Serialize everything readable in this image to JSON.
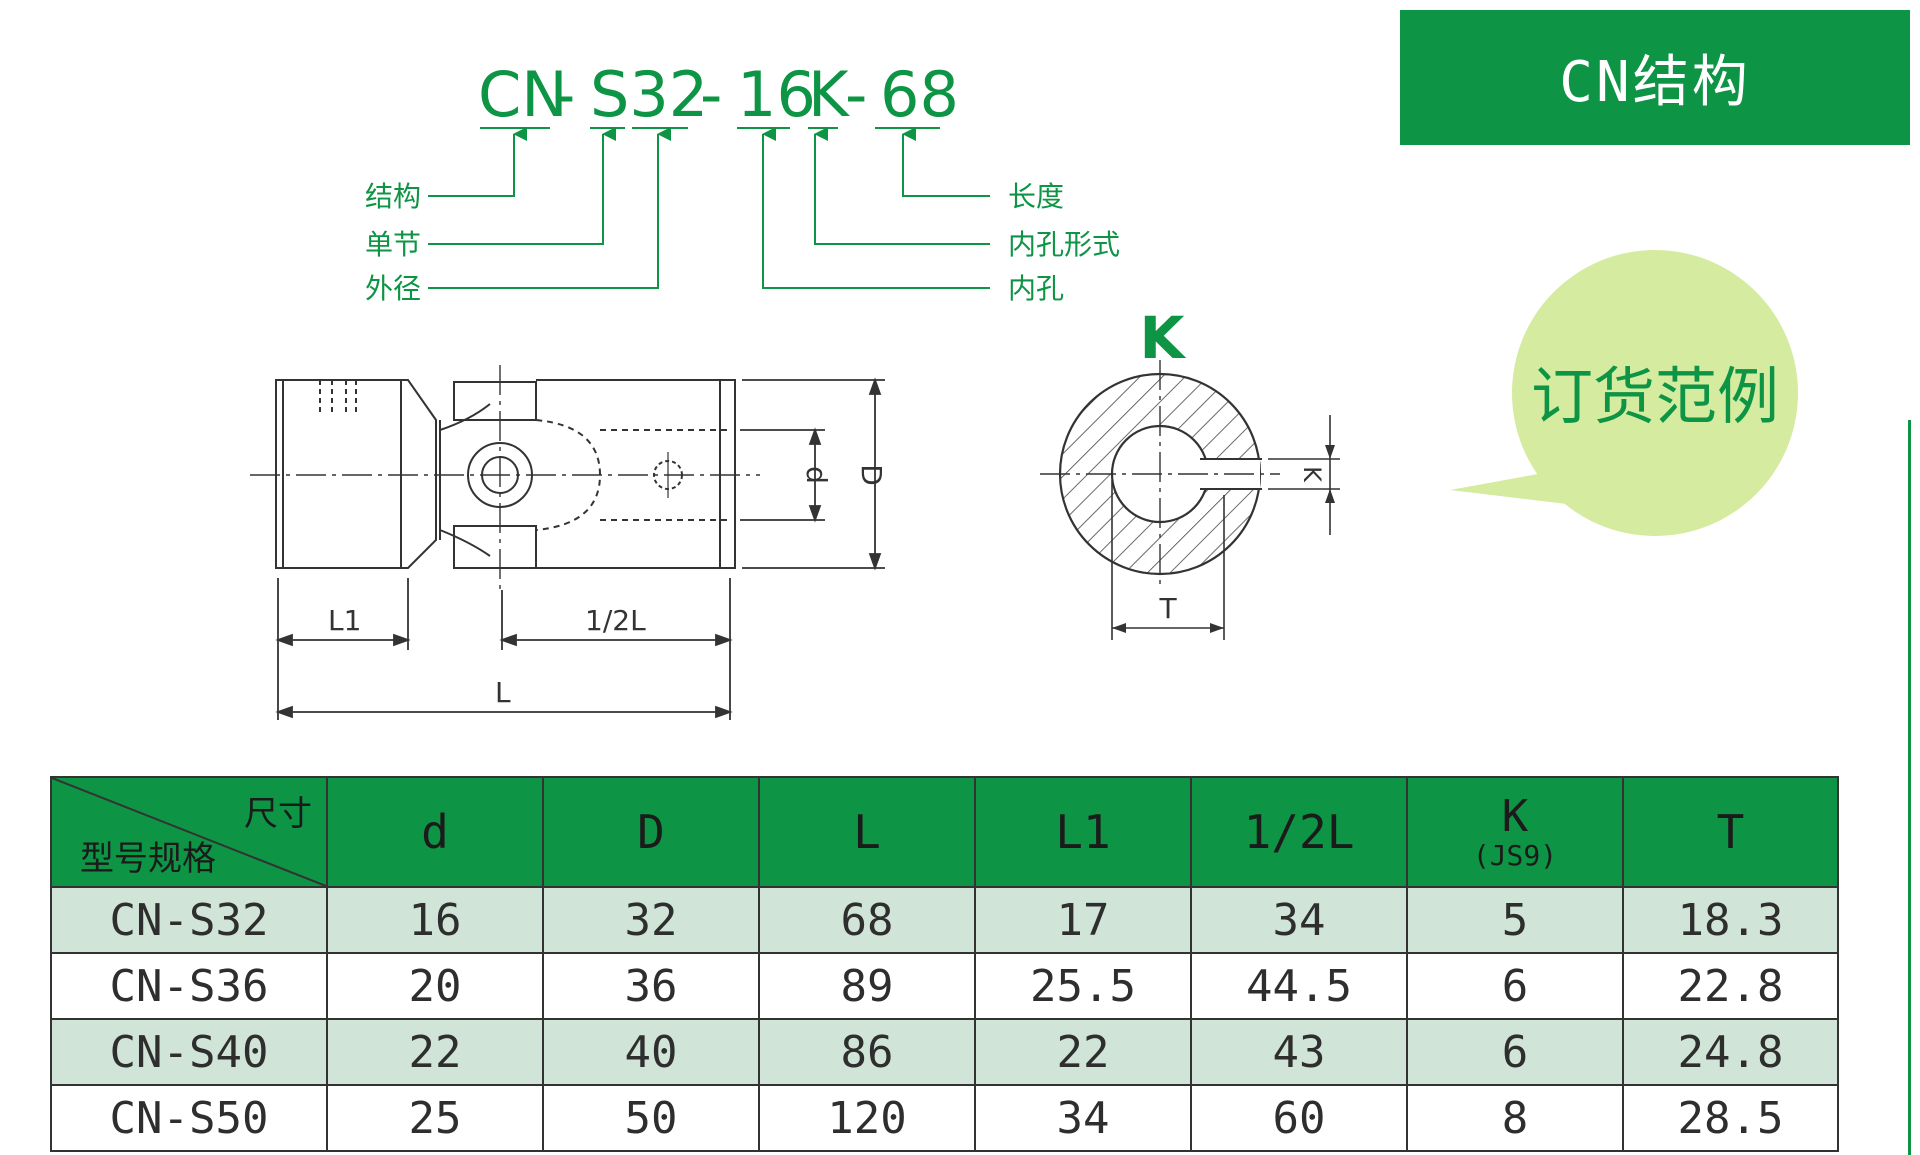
{
  "header": {
    "title": "CN结构"
  },
  "order_example": {
    "title": "订货范例",
    "code_parts": [
      "CN",
      "-",
      "S32",
      "-",
      "16",
      "K",
      "-",
      "68"
    ],
    "left_labels": [
      "结构",
      "单节",
      "外径"
    ],
    "right_labels": [
      "长度",
      "内孔形式",
      "内孔"
    ]
  },
  "drawing": {
    "dim_L1": "L1",
    "dim_halfL": "1/2L",
    "dim_L": "L",
    "dim_d": "d",
    "dim_D": "D",
    "section_title": "K",
    "dim_K": "K",
    "dim_T": "T"
  },
  "colors": {
    "brand_green": "#0d9444",
    "bubble": "#d5eba0",
    "row_shade": "#d0e4d8"
  },
  "table": {
    "corner_top": "尺寸",
    "corner_bottom": "型号规格",
    "headers": [
      "d",
      "D",
      "L",
      "L1",
      "1/2L",
      "K",
      "T"
    ],
    "k_sub": "JS9",
    "rows": [
      {
        "model": "CN-S32",
        "values": [
          "16",
          "32",
          "68",
          "17",
          "34",
          "5",
          "18.3"
        ]
      },
      {
        "model": "CN-S36",
        "values": [
          "20",
          "36",
          "89",
          "25.5",
          "44.5",
          "6",
          "22.8"
        ]
      },
      {
        "model": "CN-S40",
        "values": [
          "22",
          "40",
          "86",
          "22",
          "43",
          "6",
          "24.8"
        ]
      },
      {
        "model": "CN-S50",
        "values": [
          "25",
          "50",
          "120",
          "34",
          "60",
          "8",
          "28.5"
        ]
      }
    ]
  }
}
